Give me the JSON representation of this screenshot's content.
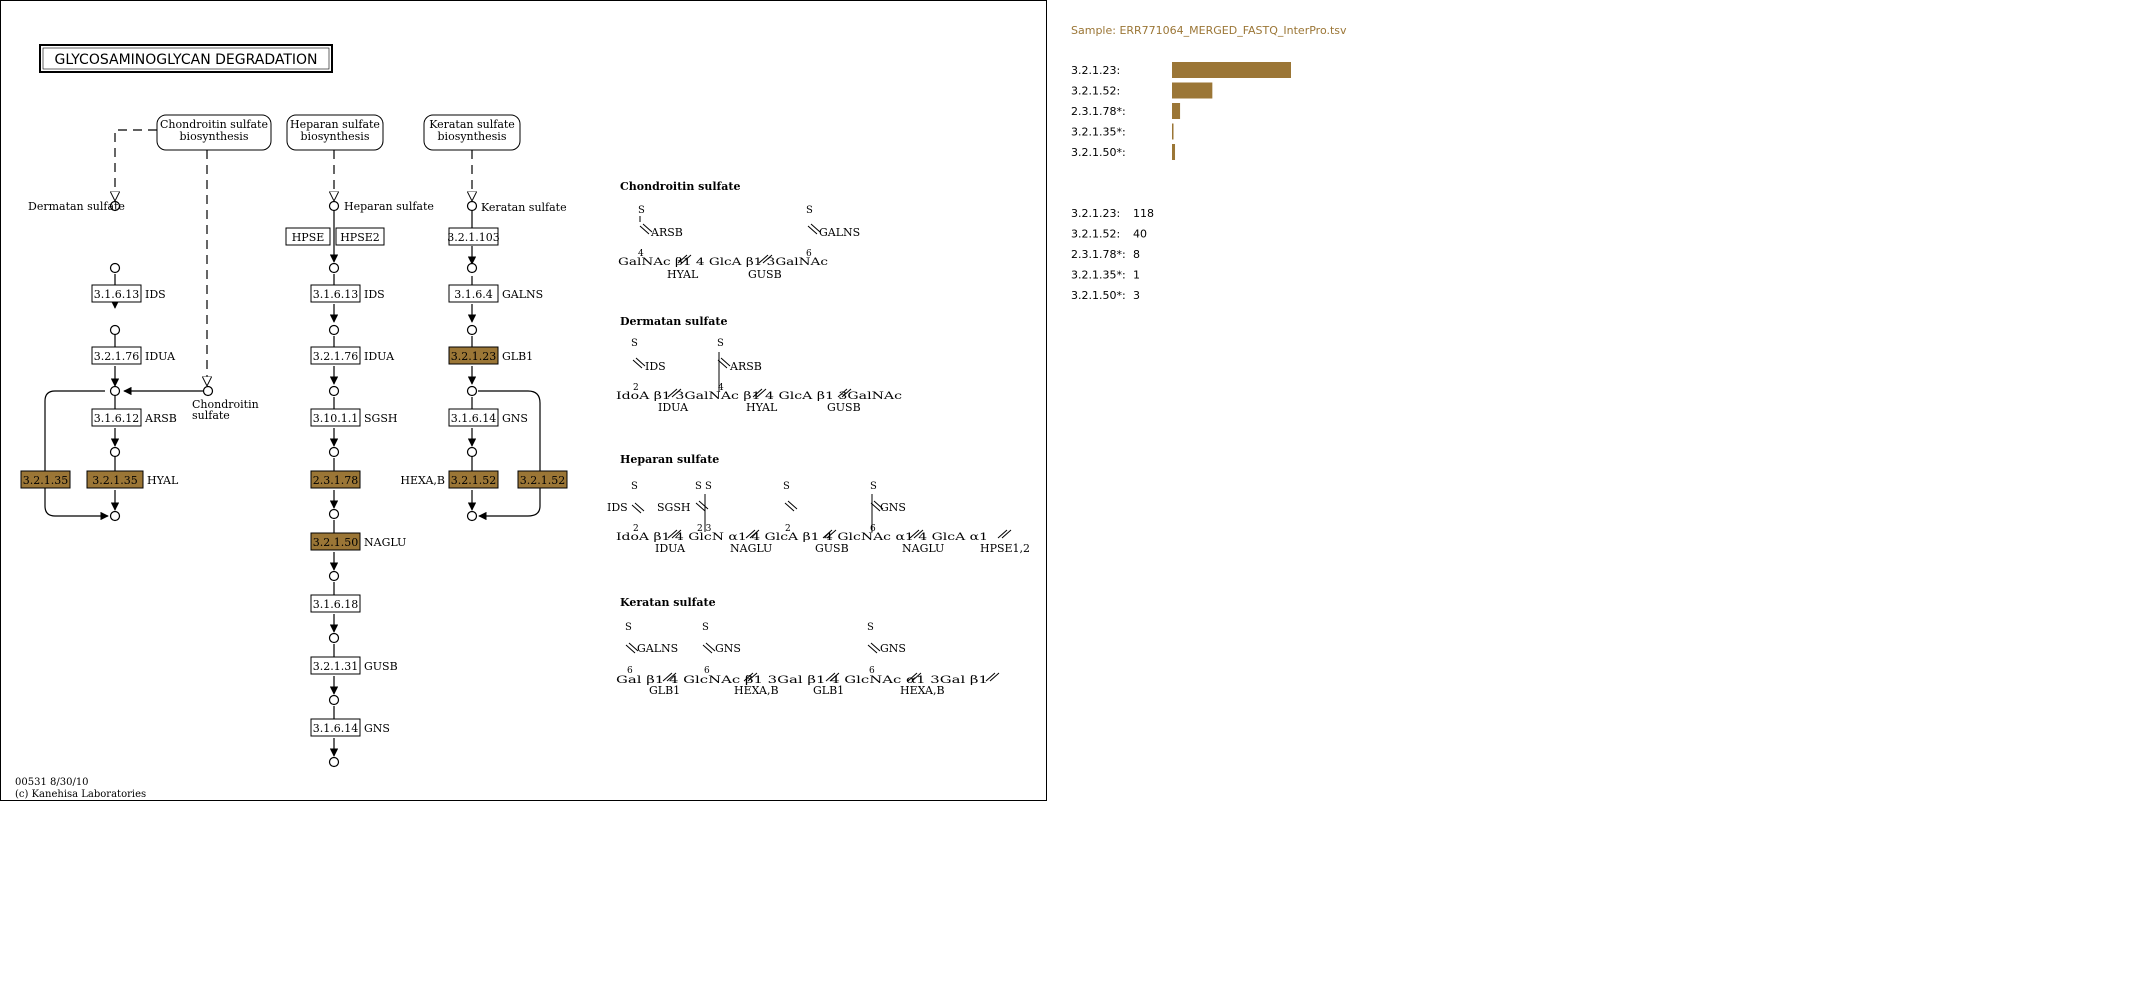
{
  "pathway": {
    "title": "GLYCOSAMINOGLYCAN DEGRADATION",
    "footer": {
      "id_date": "00531 8/30/10",
      "copyright": "(c) Kanehisa Laboratories"
    },
    "found_color": "#9b7636",
    "line_color": "#000000",
    "biosynthesis": [
      "Chondroitin sulfate biosynthesis",
      "Heparan sulfate biosynthesis",
      "Keratan sulfate biosynthesis"
    ],
    "compounds": {
      "dermatan": "Dermatan sulfate",
      "heparan": "Heparan sulfate",
      "keratan": "Keratan sulfate",
      "chondroitin": "Chondroitin sulfate"
    },
    "enzymes": [
      {
        "ec": "3.1.6.13",
        "gene": "IDS",
        "found": false
      },
      {
        "ec": "3.2.1.76",
        "gene": "IDUA",
        "found": false
      },
      {
        "ec": "3.1.6.12",
        "gene": "ARSB",
        "found": false
      },
      {
        "ec": "3.2.1.35",
        "gene": "HYAL",
        "found": true
      },
      {
        "ec": "3.2.1.35",
        "gene": "",
        "found": true
      },
      {
        "ec": "HPSE",
        "gene": "",
        "found": false
      },
      {
        "ec": "HPSE2",
        "gene": "",
        "found": false
      },
      {
        "ec": "3.1.6.13",
        "gene": "IDS",
        "found": false
      },
      {
        "ec": "3.2.1.76",
        "gene": "IDUA",
        "found": false
      },
      {
        "ec": "3.10.1.1",
        "gene": "SGSH",
        "found": false
      },
      {
        "ec": "2.3.1.78",
        "gene": "",
        "found": true
      },
      {
        "ec": "3.2.1.50",
        "gene": "NAGLU",
        "found": true
      },
      {
        "ec": "3.1.6.18",
        "gene": "",
        "found": false
      },
      {
        "ec": "3.2.1.31",
        "gene": "GUSB",
        "found": false
      },
      {
        "ec": "3.1.6.14",
        "gene": "GNS",
        "found": false
      },
      {
        "ec": "3.2.1.103",
        "gene": "",
        "found": false
      },
      {
        "ec": "3.1.6.4",
        "gene": "GALNS",
        "found": false
      },
      {
        "ec": "3.2.1.23",
        "gene": "GLB1",
        "found": true
      },
      {
        "ec": "3.1.6.14",
        "gene": "GNS",
        "found": false
      },
      {
        "ec": "3.2.1.52",
        "gene": "HEXA,B",
        "found": true
      },
      {
        "ec": "3.2.1.52",
        "gene": "",
        "found": true
      }
    ],
    "structures": [
      {
        "title": "Chondroitin sulfate",
        "chain": "GalNAc β1 4 GlcA β1 3GalNAc",
        "labels": [
          "S",
          "S",
          "4",
          "6",
          "ARSB",
          "GALNS",
          "HYAL",
          "GUSB"
        ]
      },
      {
        "title": "Dermatan sulfate",
        "chain": "IdoA β1 3GalNAc β1 4 GlcA β1 3GalNAc",
        "labels": [
          "S",
          "S",
          "2",
          "4",
          "IDS",
          "ARSB",
          "IDUA",
          "HYAL",
          "GUSB"
        ]
      },
      {
        "title": "Heparan sulfate",
        "chain": "IdoA β1 4 GlcN α1 4 GlcA β1 4 GlcNAc α1 4 GlcA α1",
        "labels": [
          "S",
          "S S",
          "S",
          "S",
          "2",
          "2 3",
          "2",
          "6",
          "IDS",
          "SGSH",
          "GNS",
          "IDUA",
          "NAGLU",
          "GUSB",
          "NAGLU",
          "HPSE1,2"
        ]
      },
      {
        "title": "Keratan sulfate",
        "chain": "Gal β1 4 GlcNAc β1 3Gal β1 4 GlcNAc α1 3Gal β1",
        "labels": [
          "S",
          "S",
          "S",
          "6",
          "6",
          "6",
          "GALNS",
          "GNS",
          "GNS",
          "GLB1",
          "HEXA,B",
          "GLB1",
          "HEXA,B"
        ]
      }
    ]
  },
  "sample": {
    "label": "Sample: ERR771064_MERGED_FASTQ_InterPro.tsv",
    "color": "#9b7636"
  },
  "chart_data": {
    "type": "bar",
    "orientation": "horizontal",
    "title": "",
    "categories": [
      "3.2.1.23:",
      "3.2.1.52:",
      "2.3.1.78*:",
      "3.2.1.35*:",
      "3.2.1.50*:"
    ],
    "values": [
      118,
      40,
      8,
      1,
      3
    ],
    "xlim": [
      0,
      118
    ],
    "grid": false,
    "legend": "none",
    "bar_color": "#9b7636"
  }
}
